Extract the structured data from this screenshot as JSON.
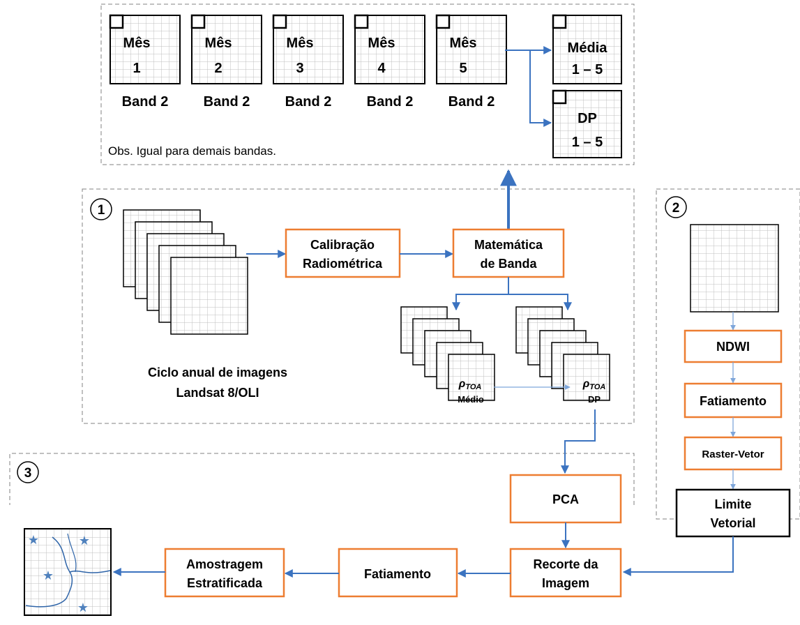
{
  "colors": {
    "box_border": "#ED7D31",
    "arrow": "#3B73C0",
    "arrow_light": "#7EA6DA",
    "grid_line": "#BFBFBF",
    "dash": "#808080",
    "star": "#4F81BD",
    "river": "#2E64A8"
  },
  "top_section": {
    "months": [
      {
        "label": "Mês",
        "num": "1",
        "band": "Band 2"
      },
      {
        "label": "Mês",
        "num": "2",
        "band": "Band 2"
      },
      {
        "label": "Mês",
        "num": "3",
        "band": "Band 2"
      },
      {
        "label": "Mês",
        "num": "4",
        "band": "Band 2"
      },
      {
        "label": "Mês",
        "num": "5",
        "band": "Band 2"
      }
    ],
    "media": {
      "label": "Média",
      "range": "1 – 5"
    },
    "dp": {
      "label": "DP",
      "range": "1 – 5"
    },
    "note": "Obs. Igual para demais bandas."
  },
  "section1": {
    "number": "1",
    "caption_line1": "Ciclo anual de imagens",
    "caption_line2": "Landsat 8/OLI",
    "calibration_line1": "Calibração",
    "calibration_line2": "Radiométrica",
    "math_line1": "Matemática",
    "math_line2": "de Banda",
    "rho": "ρ",
    "rho_sub": "TOA",
    "medio": "Médio",
    "dp": "DP"
  },
  "section2": {
    "number": "2",
    "ndwi": "NDWI",
    "fatiamento": "Fatiamento",
    "raster_vetor": "Raster-Vetor",
    "limite_line1": "Limite",
    "limite_line2": "Vetorial"
  },
  "section3": {
    "number": "3",
    "pca": "PCA",
    "recorte_line1": "Recorte da",
    "recorte_line2": "Imagem",
    "fatiamento": "Fatiamento",
    "amostragem_line1": "Amostragem",
    "amostragem_line2": "Estratificada"
  }
}
